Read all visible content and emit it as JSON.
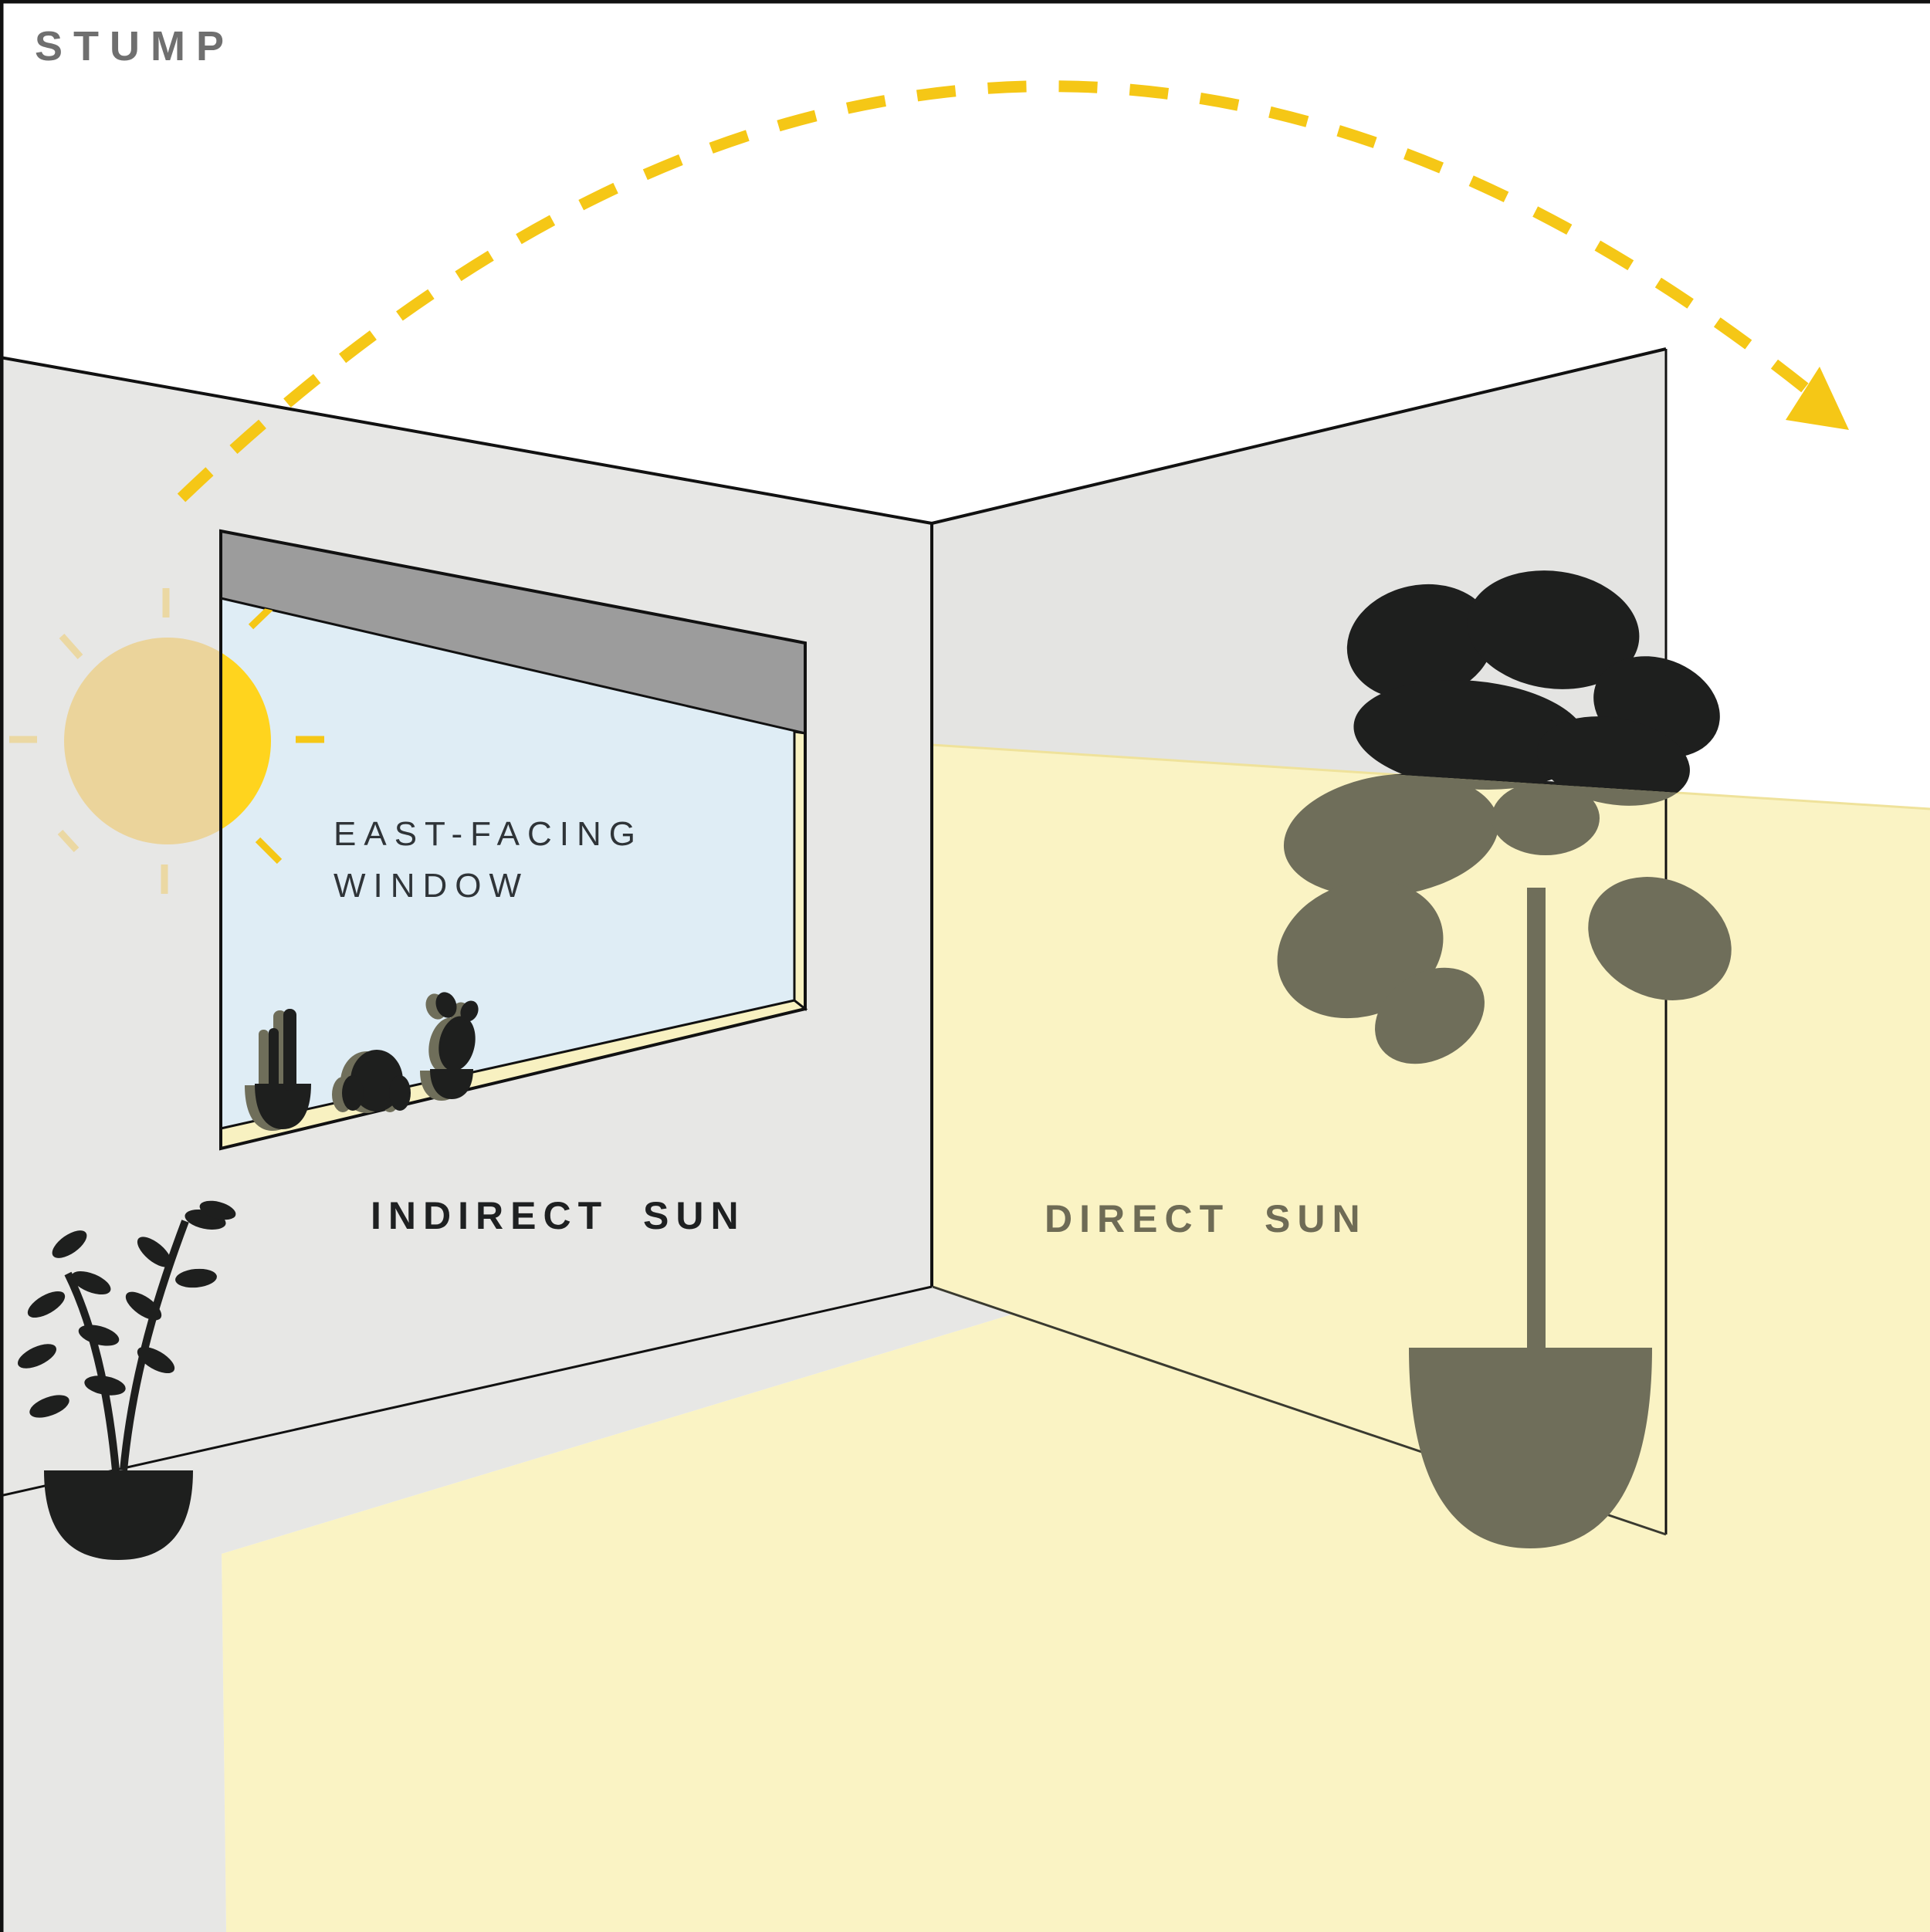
{
  "brand": {
    "logo": "STUMP"
  },
  "window": {
    "label_line1": "EAST-FACING",
    "label_line2": "WINDOW"
  },
  "zones": {
    "indirect_label": "INDIRECT SUN",
    "direct_label": "DIRECT SUN"
  },
  "icons": {
    "sun": "sun-icon",
    "sun_path": "sun-path-dashed-arrow-icon",
    "windowsill_cacti": "cactus-trio-icon",
    "shade_plant": "small-leafy-plant-icon",
    "lit_plant": "fiddle-leaf-fig-icon"
  },
  "colors": {
    "bg": "#ffffff",
    "wall": "#e7e7e5",
    "wallR": "#e4e4e2",
    "beam": "#faf3c4",
    "beam-edge": "#efe29b",
    "valance": "#9c9c9c",
    "glass": "#dfedf5",
    "sillyellow": "#f8f1c1",
    "ink": "#111111",
    "sun-pale": "#ebd49b",
    "ray-pale": "#ebd8a3",
    "sun-bright": "#ffd41e",
    "ray-bright": "#f5c716",
    "arc": "#f5c716",
    "black": "#1e1f1e",
    "olive": "#6f6e5a",
    "logo": "#6f6f6f",
    "label-dark": "#1e2021",
    "label-olive": "#6e6b55",
    "wintext": "#2f3438"
  }
}
